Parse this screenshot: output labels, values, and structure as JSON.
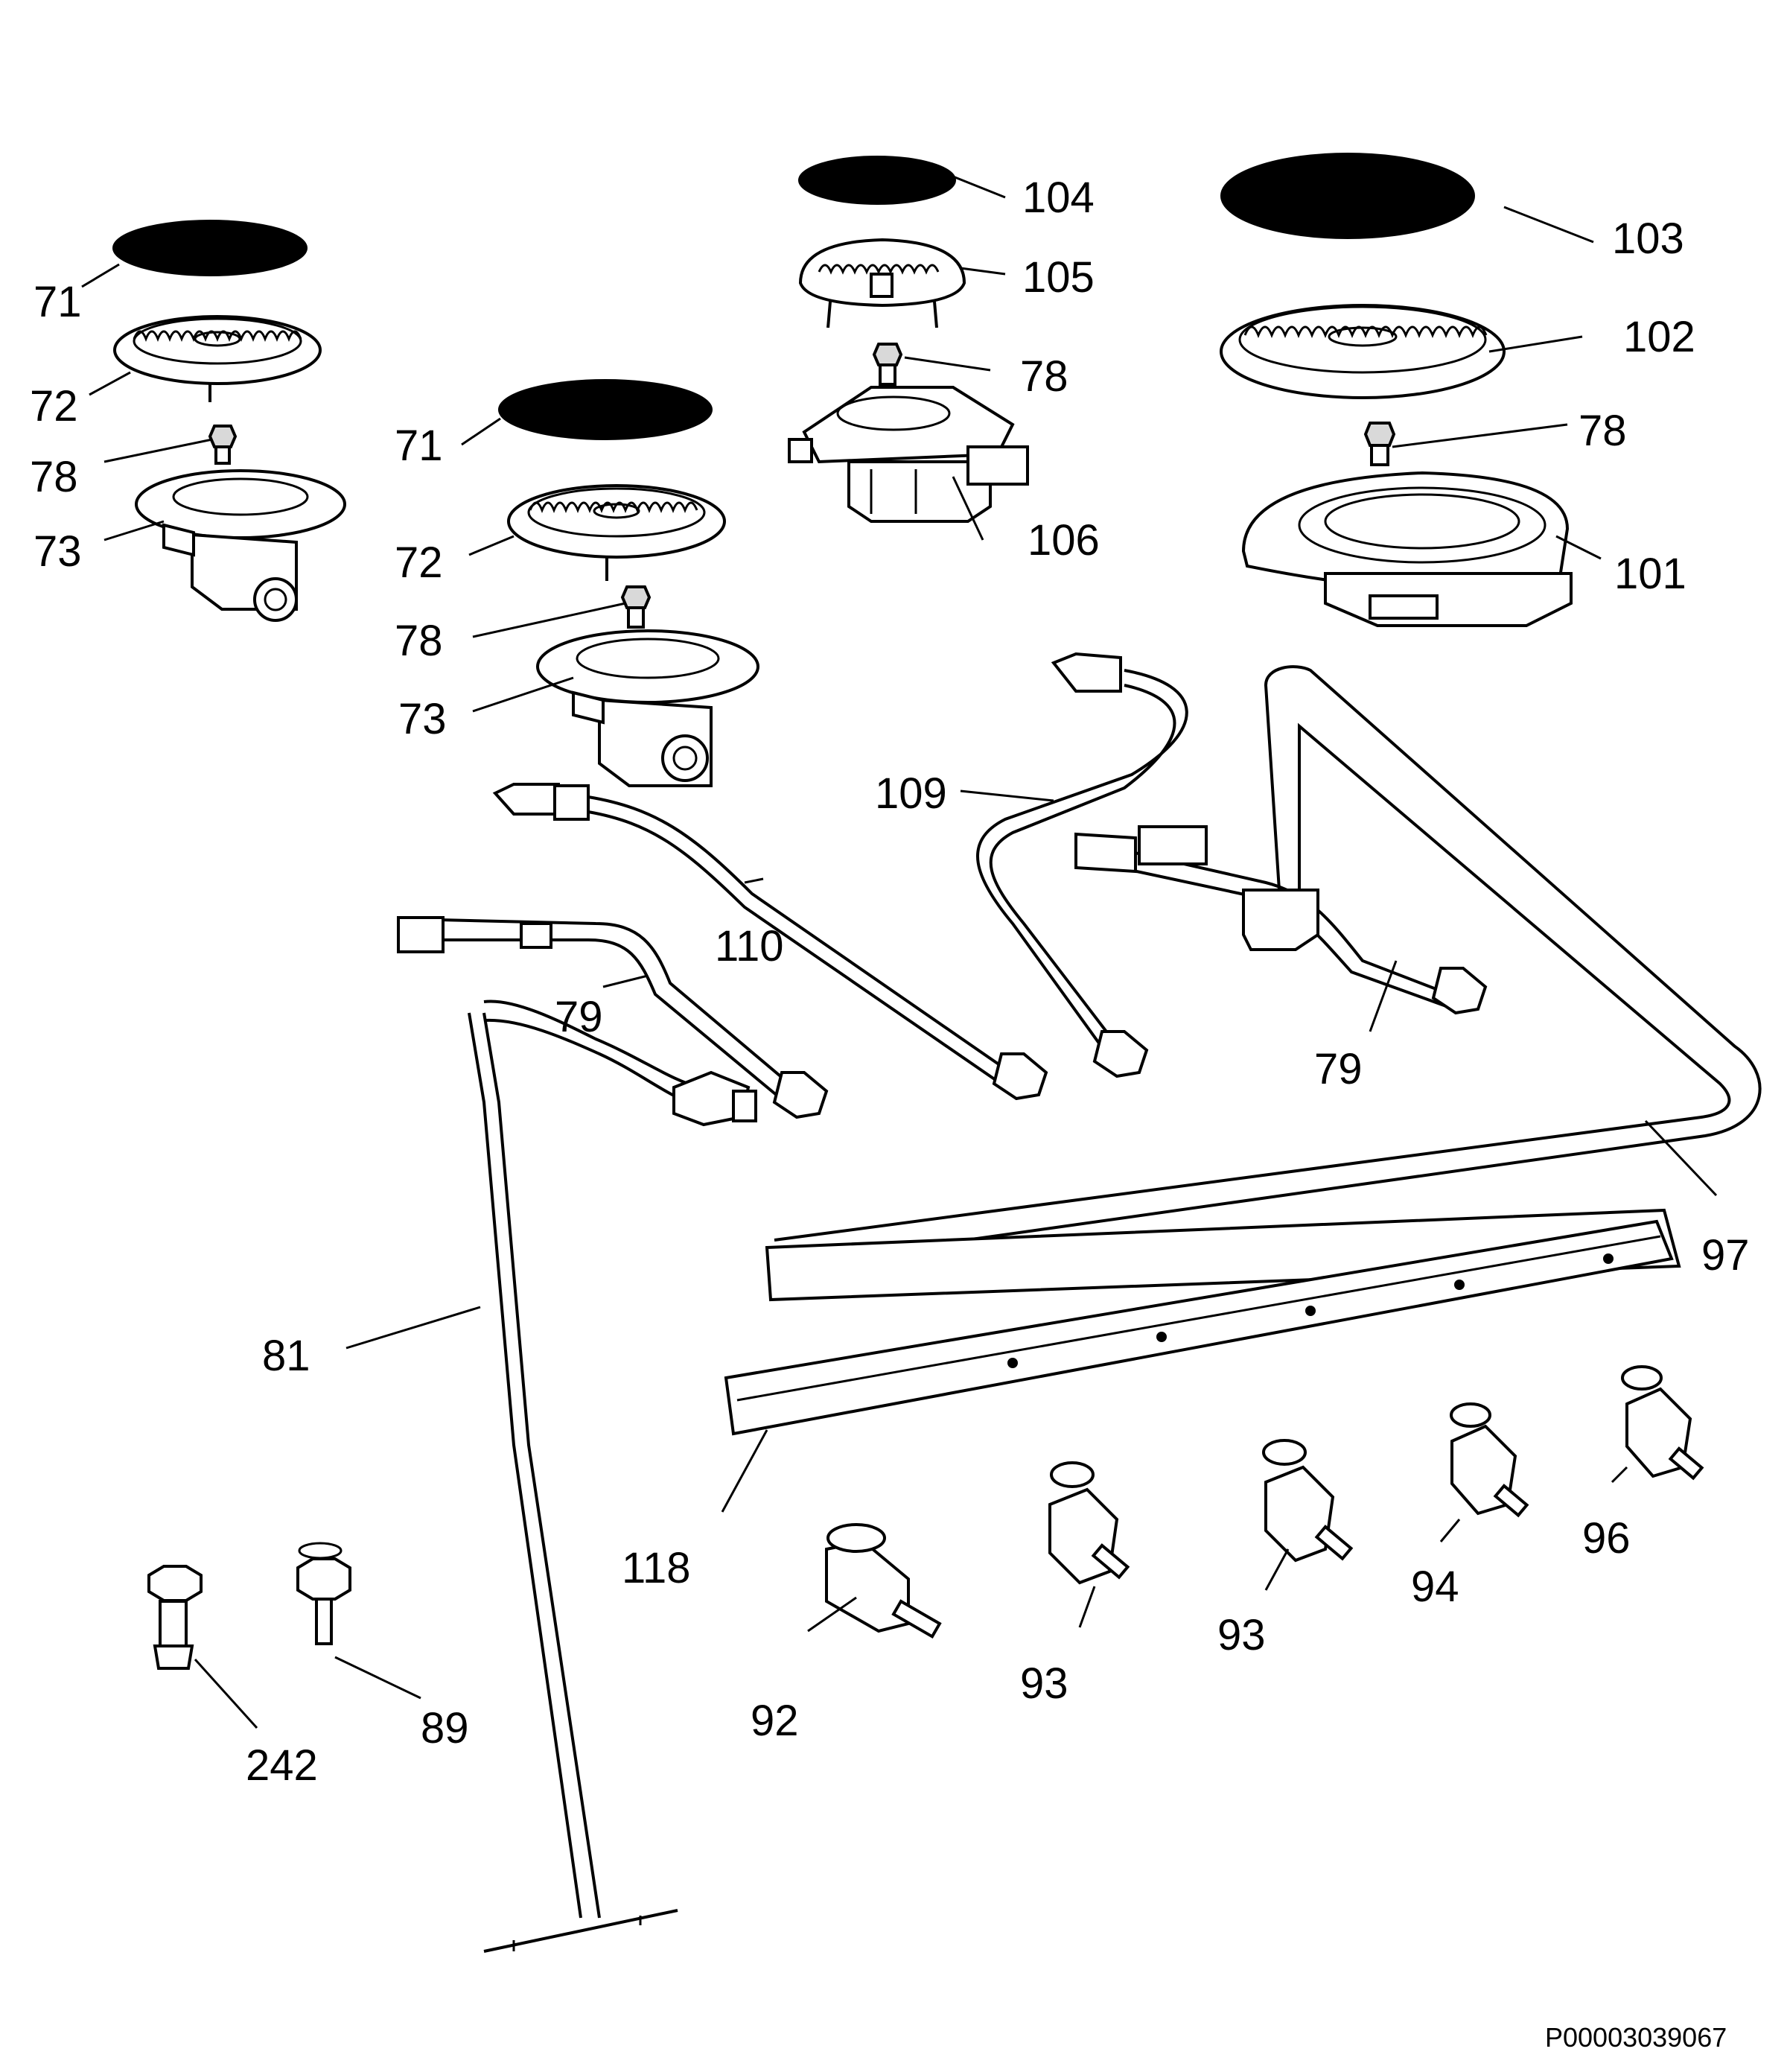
{
  "diagram": {
    "document_id": "P00003039067",
    "labels": [
      {
        "id": "l-104",
        "text": "104"
      },
      {
        "id": "l-103",
        "text": "103"
      },
      {
        "id": "l-105",
        "text": "105"
      },
      {
        "id": "l-71a",
        "text": "71"
      },
      {
        "id": "l-102",
        "text": "102"
      },
      {
        "id": "l-78a",
        "text": "78"
      },
      {
        "id": "l-72a",
        "text": "72"
      },
      {
        "id": "l-78b",
        "text": "78"
      },
      {
        "id": "l-71b",
        "text": "71"
      },
      {
        "id": "l-78c",
        "text": "78"
      },
      {
        "id": "l-73a",
        "text": "73"
      },
      {
        "id": "l-106",
        "text": "106"
      },
      {
        "id": "l-101",
        "text": "101"
      },
      {
        "id": "l-72b",
        "text": "72"
      },
      {
        "id": "l-78d",
        "text": "78"
      },
      {
        "id": "l-73b",
        "text": "73"
      },
      {
        "id": "l-109",
        "text": "109"
      },
      {
        "id": "l-110",
        "text": "110"
      },
      {
        "id": "l-79a",
        "text": "79"
      },
      {
        "id": "l-79b",
        "text": "79"
      },
      {
        "id": "l-97",
        "text": "97"
      },
      {
        "id": "l-81",
        "text": "81"
      },
      {
        "id": "l-118",
        "text": "118"
      },
      {
        "id": "l-96",
        "text": "96"
      },
      {
        "id": "l-94",
        "text": "94"
      },
      {
        "id": "l-93a",
        "text": "93"
      },
      {
        "id": "l-93b",
        "text": "93"
      },
      {
        "id": "l-92",
        "text": "92"
      },
      {
        "id": "l-89",
        "text": "89"
      },
      {
        "id": "l-242",
        "text": "242"
      }
    ]
  }
}
